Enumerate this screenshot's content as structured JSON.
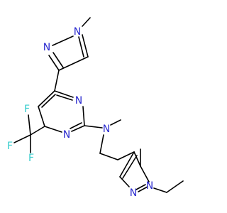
{
  "colors": {
    "bond": "#000000",
    "nitrogen": "#2a2acf",
    "fluorine": "#33cccc",
    "background": "#ffffff"
  },
  "atoms": {
    "n_pyr_top_left": "N",
    "n_pyr_top_right": "N",
    "n_pyrimidine_upper": "N",
    "n_pyrimidine_lower": "N",
    "n_amine": "N",
    "f_top": "F",
    "f_left": "F",
    "f_bottom": "F",
    "n_pyr_bottom_ethyl": "N",
    "n_pyr_bottom_left": "N"
  }
}
